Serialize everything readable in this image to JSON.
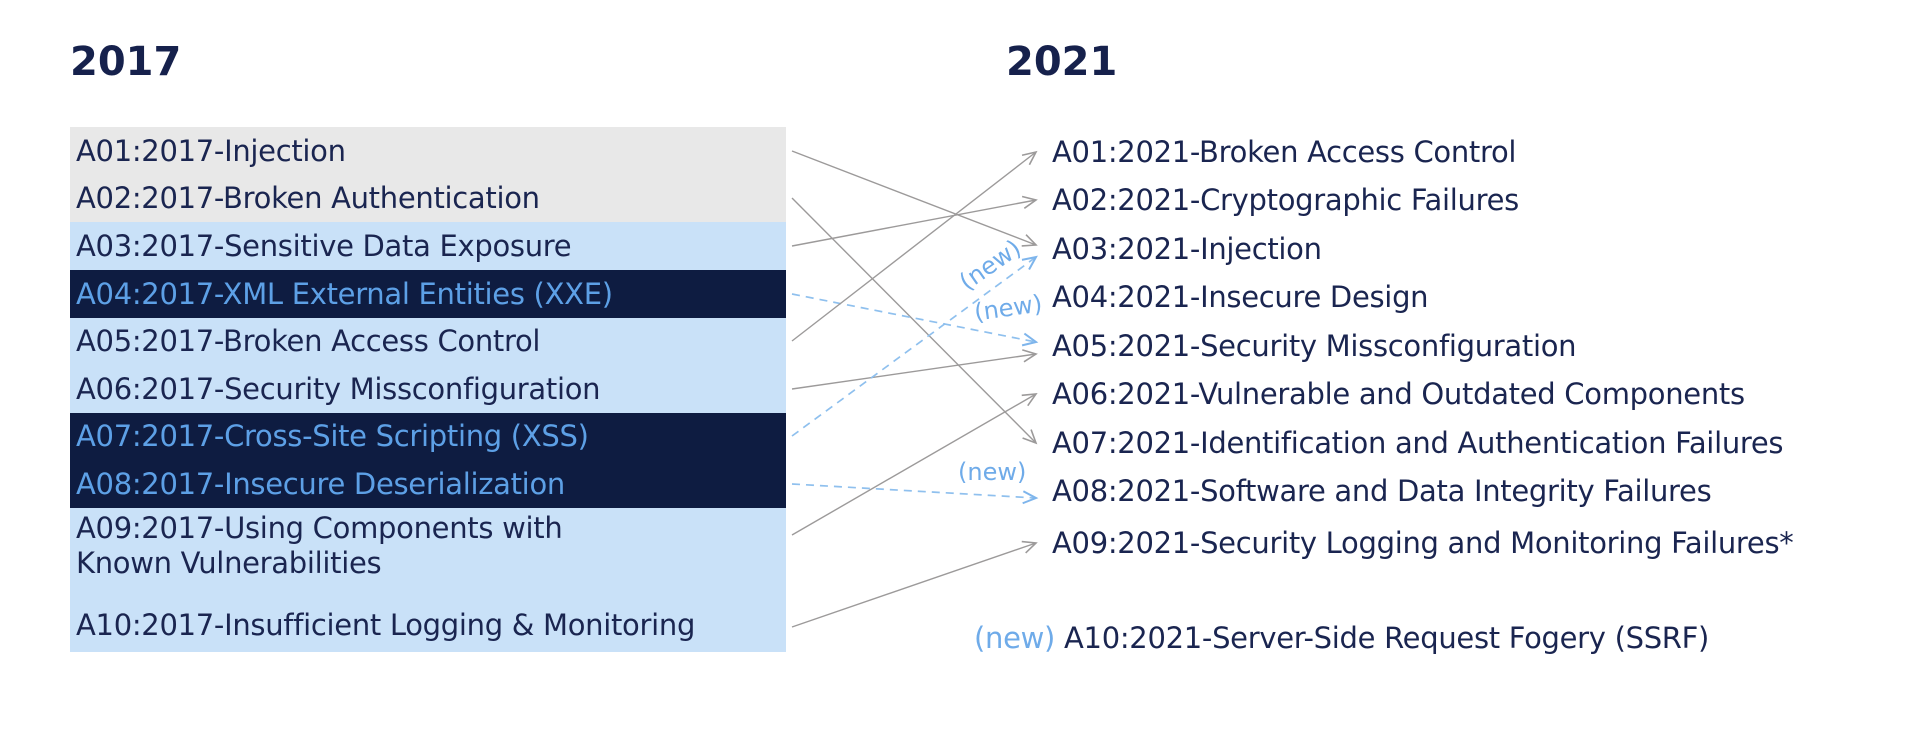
{
  "left_column": {
    "title": "2017",
    "rows": [
      {
        "id": "A01:2017",
        "text": "A01:2017-Injection",
        "group_color": "gray"
      },
      {
        "id": "A02:2017",
        "text": "A02:2017-Broken Authentication",
        "group_color": "gray"
      },
      {
        "id": "A03:2017",
        "text": "A03:2017-Sensitive Data Exposure",
        "group_color": "light-blue"
      },
      {
        "id": "A04:2017",
        "text": "A04:2017-XML External Entities (XXE)",
        "group_color": "dark-navy",
        "emphasis": true
      },
      {
        "id": "A05:2017",
        "text": "A05:2017-Broken Access Control",
        "group_color": "light-blue"
      },
      {
        "id": "A06:2017",
        "text": "A06:2017-Security Missconfiguration",
        "group_color": "light-blue"
      },
      {
        "id": "A07:2017",
        "text": "A07:2017-Cross-Site Scripting (XSS)",
        "group_color": "dark-navy",
        "emphasis": true
      },
      {
        "id": "A08:2017",
        "text": "A08:2017-Insecure Deserialization",
        "group_color": "dark-navy",
        "emphasis": true
      },
      {
        "id": "A09:2017",
        "text": "A09:2017-Using Components with\nKnown Vulnerabilities",
        "group_color": "light-blue"
      },
      {
        "id": "A10:2017",
        "text": "A10:2017-Insufficient Logging & Monitoring",
        "group_color": "light-blue"
      }
    ]
  },
  "right_column": {
    "title": "2021",
    "rows": [
      {
        "id": "A01:2021",
        "text": "A01:2021-Broken Access Control"
      },
      {
        "id": "A02:2021",
        "text": "A02:2021-Cryptographic Failures"
      },
      {
        "id": "A03:2021",
        "text": "A03:2021-Injection"
      },
      {
        "id": "A04:2021",
        "text": "A04:2021-Insecure Design"
      },
      {
        "id": "A05:2021",
        "text": "A05:2021-Security Missconfiguration"
      },
      {
        "id": "A06:2021",
        "text": "A06:2021-Vulnerable and Outdated Components"
      },
      {
        "id": "A07:2021",
        "text": "A07:2021-Identification and Authentication Failures"
      },
      {
        "id": "A08:2021",
        "text": "A08:2021-Software and Data Integrity Failures"
      },
      {
        "id": "A09:2021",
        "text": "A09:2021-Security Logging and Monitoring Failures*"
      },
      {
        "id": "A10:2021",
        "prefix": "(new) ",
        "text": "A10:2021-Server-Side Request Fogery (SSRF)"
      }
    ]
  },
  "mappings": [
    {
      "from": "A01:2017",
      "to": "A03:2021",
      "style": "solid-gray"
    },
    {
      "from": "A02:2017",
      "to": "A07:2021",
      "style": "solid-gray"
    },
    {
      "from": "A03:2017",
      "to": "A02:2021",
      "style": "solid-gray"
    },
    {
      "from": "A04:2017",
      "to": "A05:2021",
      "style": "dashed-blue",
      "annotation": "(new)"
    },
    {
      "from": "A05:2017",
      "to": "A01:2021",
      "style": "solid-gray"
    },
    {
      "from": "A06:2017",
      "to": "A05:2021",
      "style": "solid-gray"
    },
    {
      "from": "A07:2017",
      "to": "A03:2021",
      "style": "dashed-blue",
      "annotation": "(new)"
    },
    {
      "from": "A08:2017",
      "to": "A08:2021",
      "style": "dashed-blue",
      "annotation": "(new)"
    },
    {
      "from": "A09:2017",
      "to": "A06:2021",
      "style": "solid-gray"
    },
    {
      "from": "A10:2017",
      "to": "A09:2021",
      "style": "solid-gray"
    }
  ],
  "annotations": [
    {
      "text": "(new)",
      "attached_to": "arrow-a07-2017-to-a03-2021"
    },
    {
      "text": "(new)",
      "attached_to": "arrow-a04-2017-to-a05-2021"
    },
    {
      "text": "(new)",
      "attached_to": "arrow-a08-2017-to-a08-2021"
    },
    {
      "text": "(new)",
      "attached_to": "row-a10-2021"
    }
  ],
  "colors": {
    "background": "#ffffff",
    "row_gray": "#e8e8e8",
    "row_light_blue": "#c9e1f8",
    "row_dark_navy": "#0e1c41",
    "text_dark": "#1a2550",
    "text_blue_on_dark": "#5da0e6",
    "arrow_gray": "#9c9a9a",
    "arrow_dashed_blue": "#8fc0ee",
    "new_label_blue": "#6fabe9"
  }
}
